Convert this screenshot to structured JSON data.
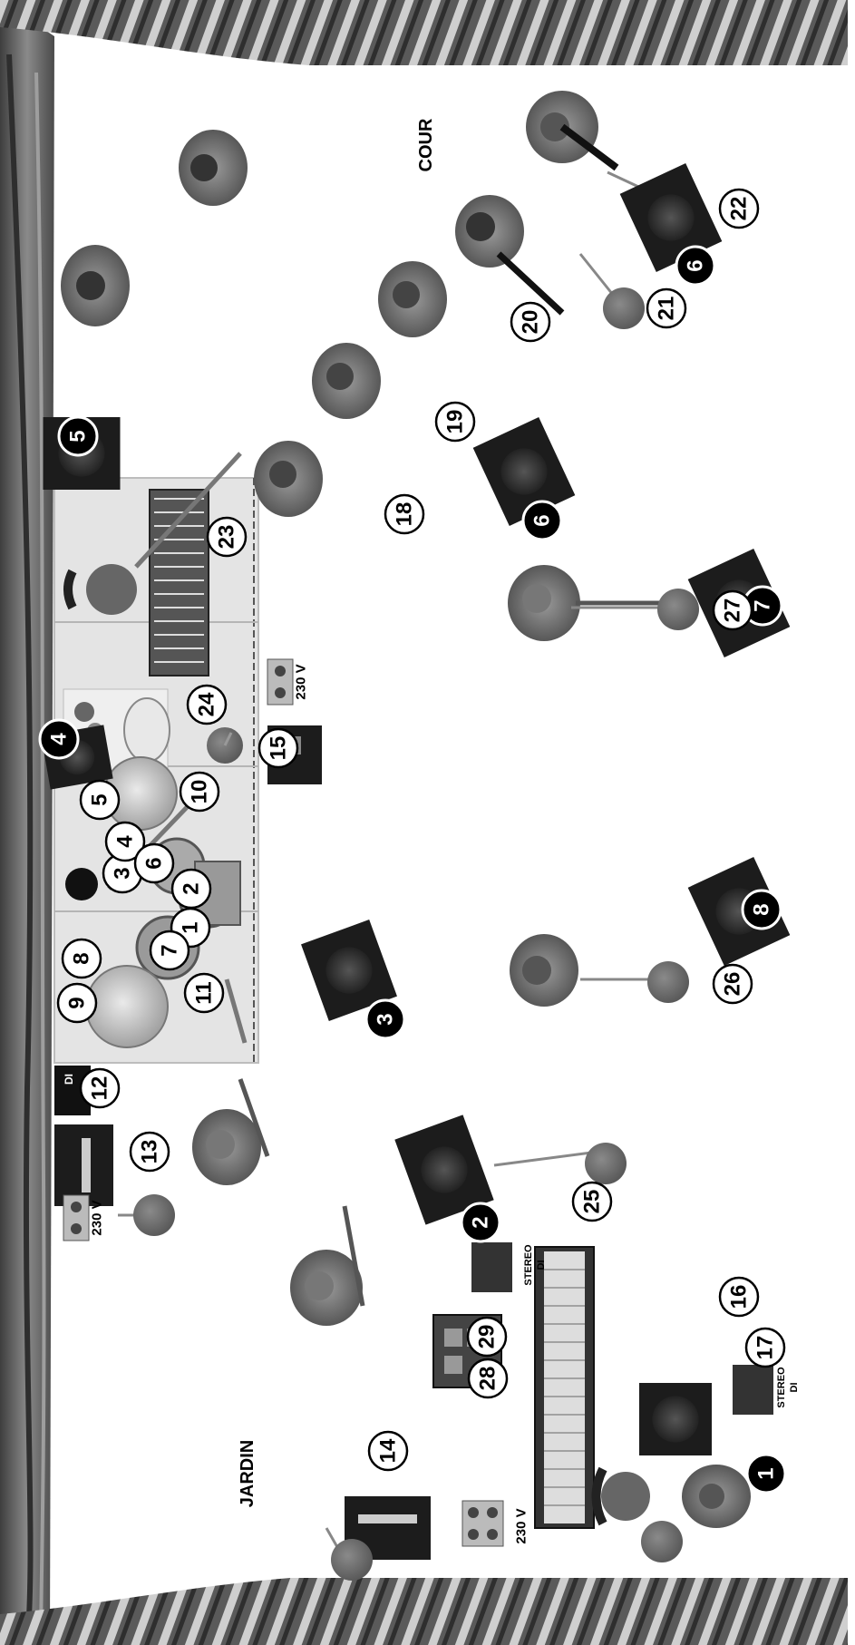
{
  "sides": {
    "cour": "COUR",
    "jardin": "JARDIN"
  },
  "power": {
    "label": "230 V"
  },
  "stereo_di": {
    "line1": "STEREO",
    "line2": "DI"
  },
  "di_box": {
    "label": "DI"
  },
  "monitors": [
    "1",
    "2",
    "3",
    "4",
    "5",
    "6",
    "6",
    "7",
    "8"
  ],
  "inputs": [
    "1",
    "2",
    "3",
    "4",
    "5",
    "6",
    "7",
    "8",
    "9",
    "10",
    "11",
    "12",
    "13",
    "14",
    "15",
    "16",
    "17",
    "18",
    "19",
    "20",
    "21",
    "22",
    "23",
    "24",
    "25",
    "26",
    "27",
    "28",
    "29"
  ],
  "colors": {
    "mic_stand_ball": "#6b6b6b",
    "riser": "#e4e4e4",
    "monitor": "#1c1c1c",
    "curtain": "#6a6a6a"
  }
}
